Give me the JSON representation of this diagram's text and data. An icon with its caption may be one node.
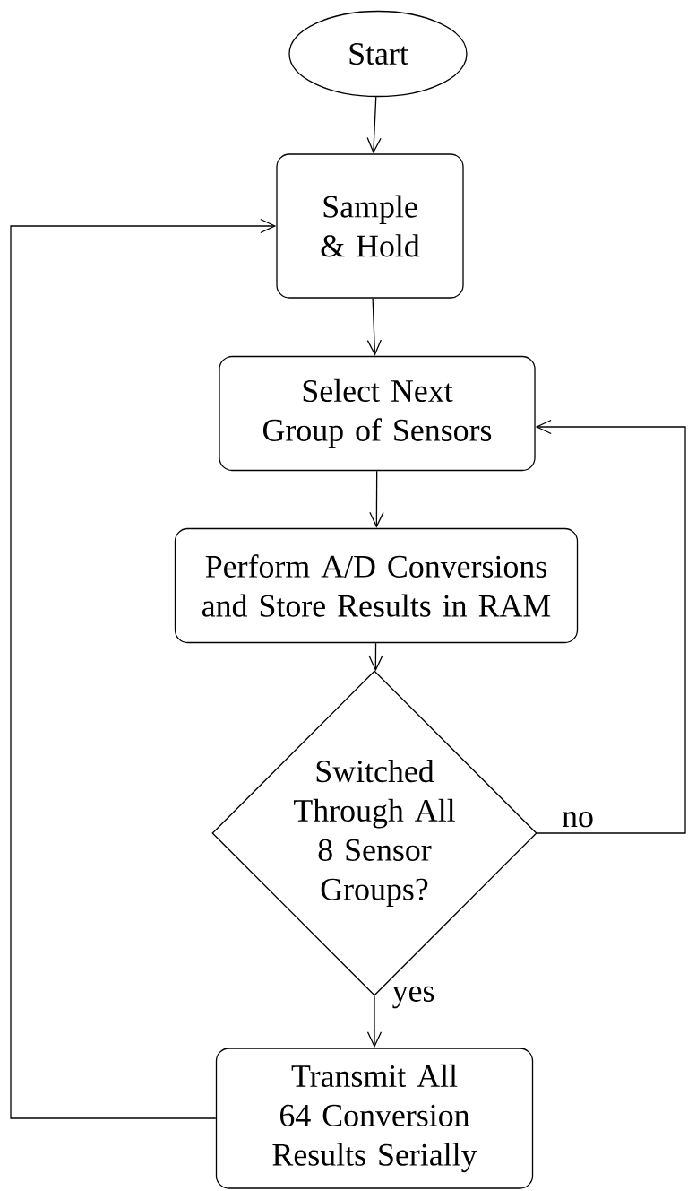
{
  "diagram": {
    "nodes": [
      {
        "text": [
          "Start"
        ]
      },
      {
        "text": [
          "Sample & Hold"
        ]
      },
      {
        "text": [
          "Select Next Group of Sensors"
        ]
      },
      {
        "text": [
          "Perform A/D Conversions and Store Results in RAM"
        ]
      },
      {
        "text": [
          "Switched Through All 8 Sensor Groups?"
        ]
      },
      {
        "text": [
          "Transmit All 64 Conversion Results Serially"
        ]
      }
    ],
    "edges": [
      {
        "from": 0,
        "to": 1,
        "arrow": "to"
      },
      {
        "from": 1,
        "to": 2,
        "arrow": "to"
      },
      {
        "from": 2,
        "to": 3,
        "arrow": "to"
      },
      {
        "from": 3,
        "to": 4,
        "arrow": "to"
      },
      {
        "from": 4,
        "to": 5,
        "arrow": "to",
        "label": "yes"
      },
      {
        "from": 4,
        "to": 2,
        "arrow": "to",
        "label": "no"
      },
      {
        "from": 5,
        "to": 1,
        "arrow": "to"
      }
    ]
  }
}
